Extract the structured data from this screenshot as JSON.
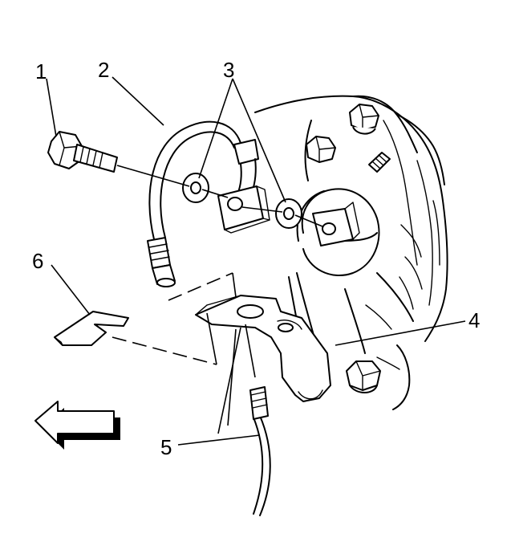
{
  "callouts": [
    {
      "id": "1",
      "label": "1"
    },
    {
      "id": "2",
      "label": "2"
    },
    {
      "id": "3",
      "label": "3"
    },
    {
      "id": "4",
      "label": "4"
    },
    {
      "id": "5",
      "label": "5"
    },
    {
      "id": "6",
      "label": "6"
    }
  ],
  "direction_arrow": {
    "icon": "left-arrow-icon",
    "direction": "left"
  }
}
